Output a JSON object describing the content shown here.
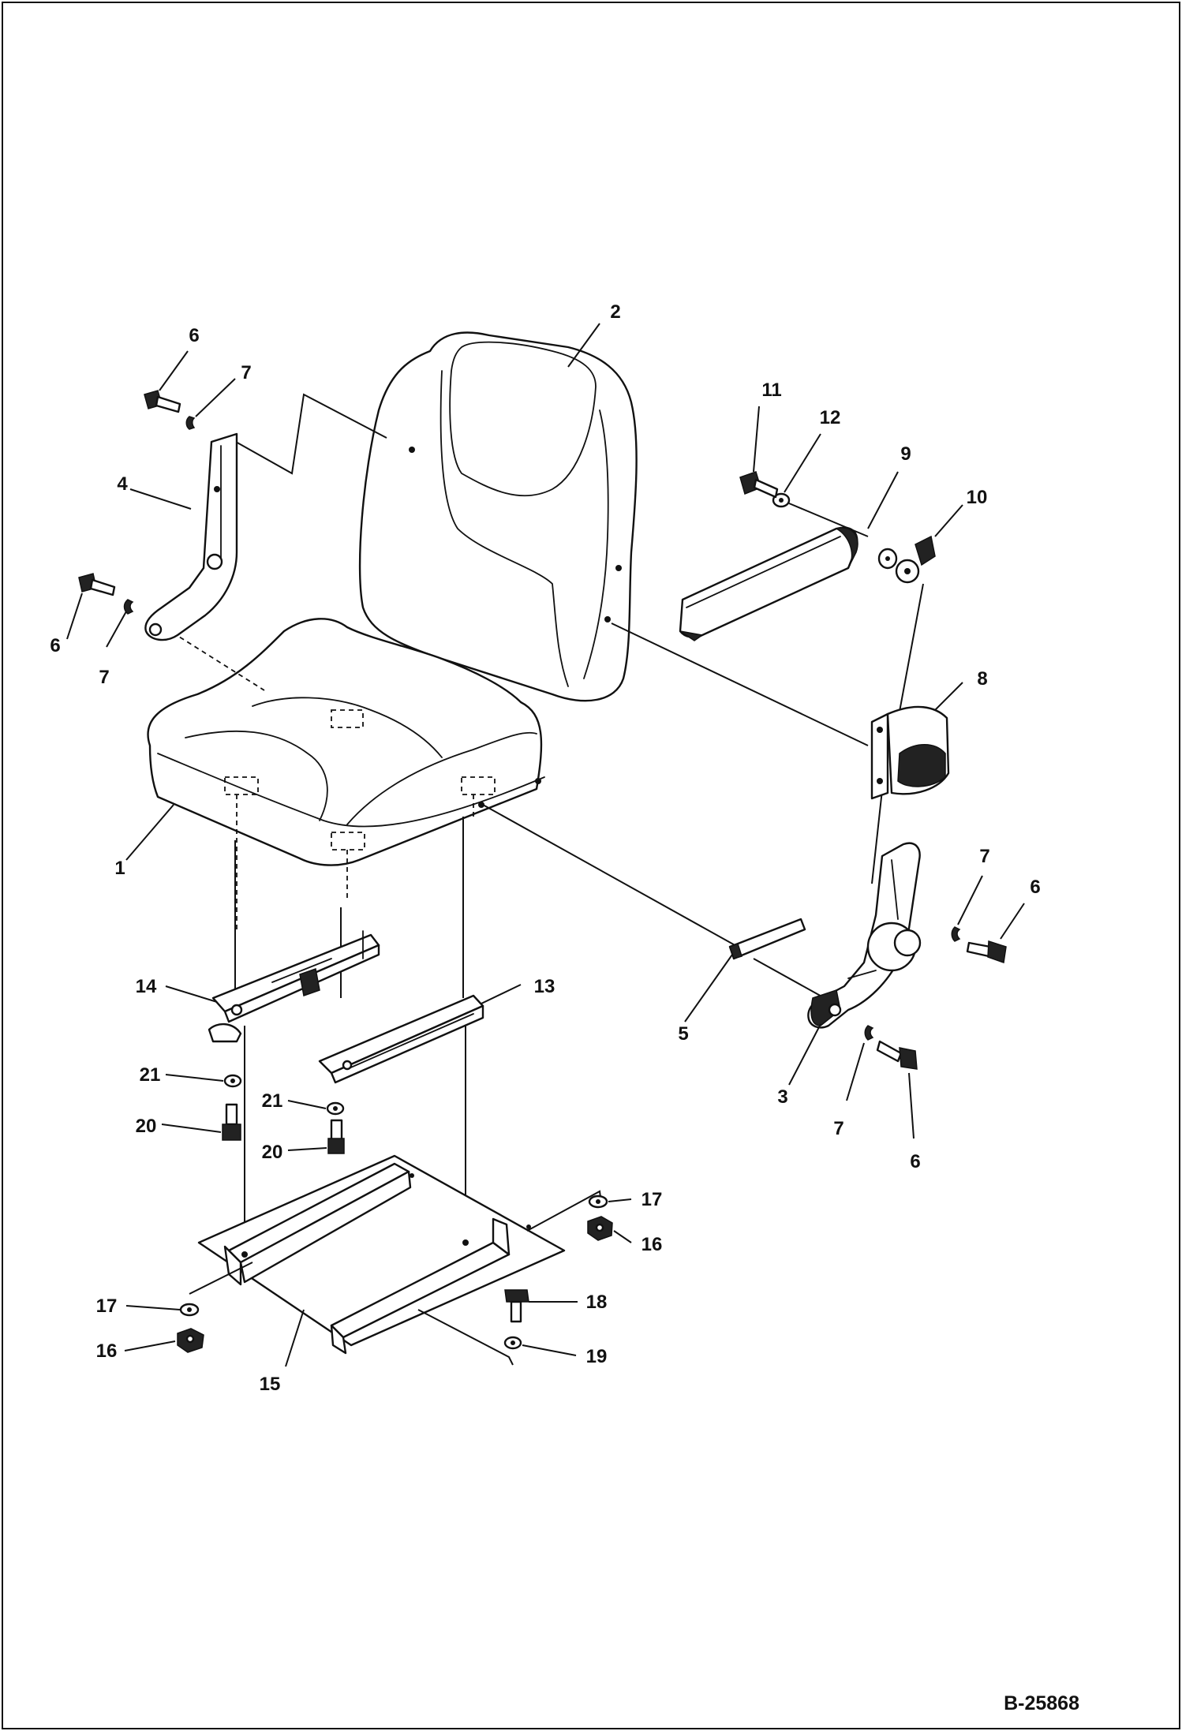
{
  "drawing_ref": "B-25868",
  "callouts": [
    {
      "id": "c1",
      "text": "1"
    },
    {
      "id": "c2",
      "text": "2"
    },
    {
      "id": "c3",
      "text": "3"
    },
    {
      "id": "c4",
      "text": "4"
    },
    {
      "id": "c5",
      "text": "5"
    },
    {
      "id": "c6a",
      "text": "6"
    },
    {
      "id": "c6b",
      "text": "6"
    },
    {
      "id": "c6c",
      "text": "6"
    },
    {
      "id": "c6d",
      "text": "6"
    },
    {
      "id": "c7a",
      "text": "7"
    },
    {
      "id": "c7b",
      "text": "7"
    },
    {
      "id": "c7c",
      "text": "7"
    },
    {
      "id": "c7d",
      "text": "7"
    },
    {
      "id": "c8",
      "text": "8"
    },
    {
      "id": "c9",
      "text": "9"
    },
    {
      "id": "c10",
      "text": "10"
    },
    {
      "id": "c11",
      "text": "11"
    },
    {
      "id": "c12",
      "text": "12"
    },
    {
      "id": "c13",
      "text": "13"
    },
    {
      "id": "c14",
      "text": "14"
    },
    {
      "id": "c15",
      "text": "15"
    },
    {
      "id": "c16a",
      "text": "16"
    },
    {
      "id": "c16b",
      "text": "16"
    },
    {
      "id": "c17a",
      "text": "17"
    },
    {
      "id": "c17b",
      "text": "17"
    },
    {
      "id": "c18",
      "text": "18"
    },
    {
      "id": "c19",
      "text": "19"
    },
    {
      "id": "c20a",
      "text": "20"
    },
    {
      "id": "c20b",
      "text": "20"
    },
    {
      "id": "c21a",
      "text": "21"
    },
    {
      "id": "c21b",
      "text": "21"
    }
  ]
}
